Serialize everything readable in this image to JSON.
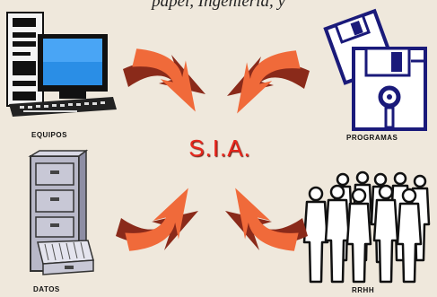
{
  "header": {
    "text": "papel, Ingenieria, y"
  },
  "center": {
    "title": "S.I.A."
  },
  "nodes": {
    "equipos": "EQUIPOS",
    "programas": "PROGRAMAS",
    "datos": "DATOS",
    "rrhh": "RRHH"
  },
  "colors": {
    "arrow": "#f06a3a",
    "arrow_shadow": "#8a2a1a",
    "title": "#e8261c",
    "outline": "#1a1a7a",
    "cabinet": "#b8b8c8"
  },
  "icons": {
    "equipos": "computer-icon",
    "programas": "floppy-disk-icon",
    "datos": "filing-cabinet-icon",
    "rrhh": "people-group-icon"
  }
}
